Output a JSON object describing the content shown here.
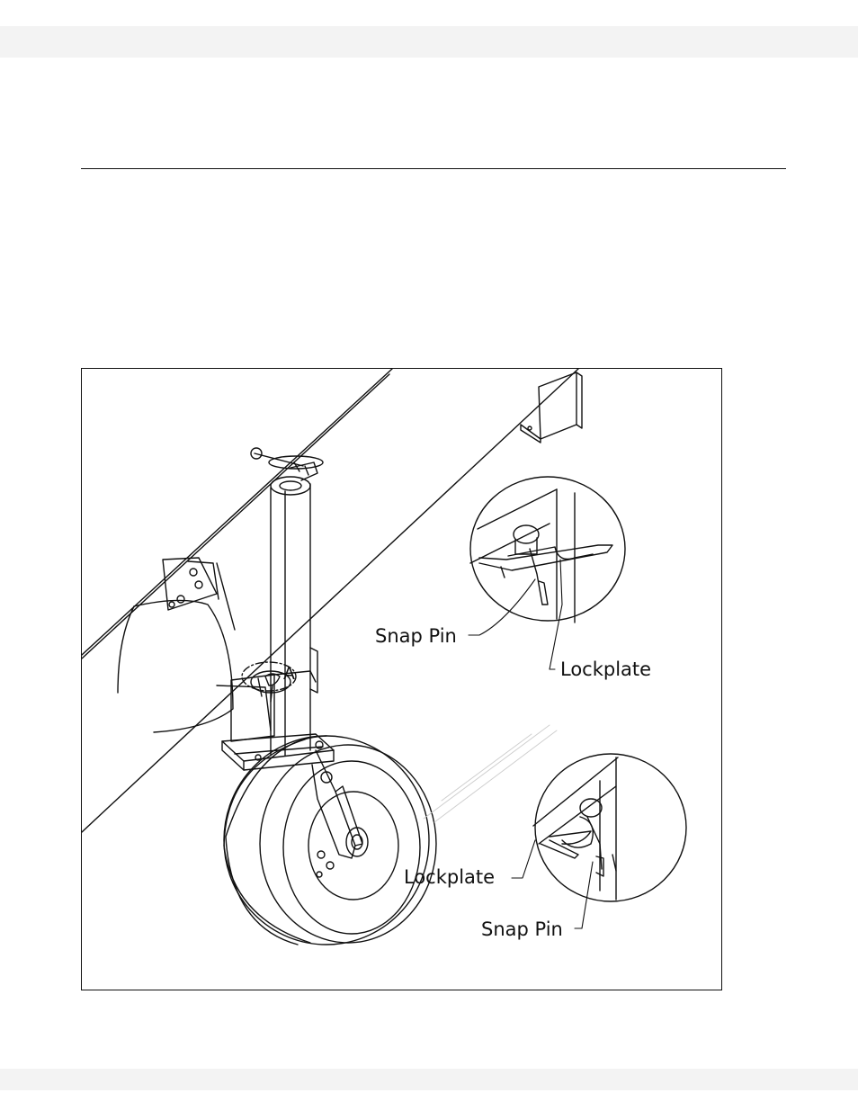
{
  "figure": {
    "detail_marker": "A",
    "labels": {
      "snap_pin_upper": "Snap Pin",
      "lockplate_upper": "Lockplate",
      "lockplate_lower": "Lockplate",
      "snap_pin_lower": "Snap Pin"
    },
    "line_color": "#111111",
    "frame_color": "#111111",
    "band_color": "#f3f3f3"
  }
}
